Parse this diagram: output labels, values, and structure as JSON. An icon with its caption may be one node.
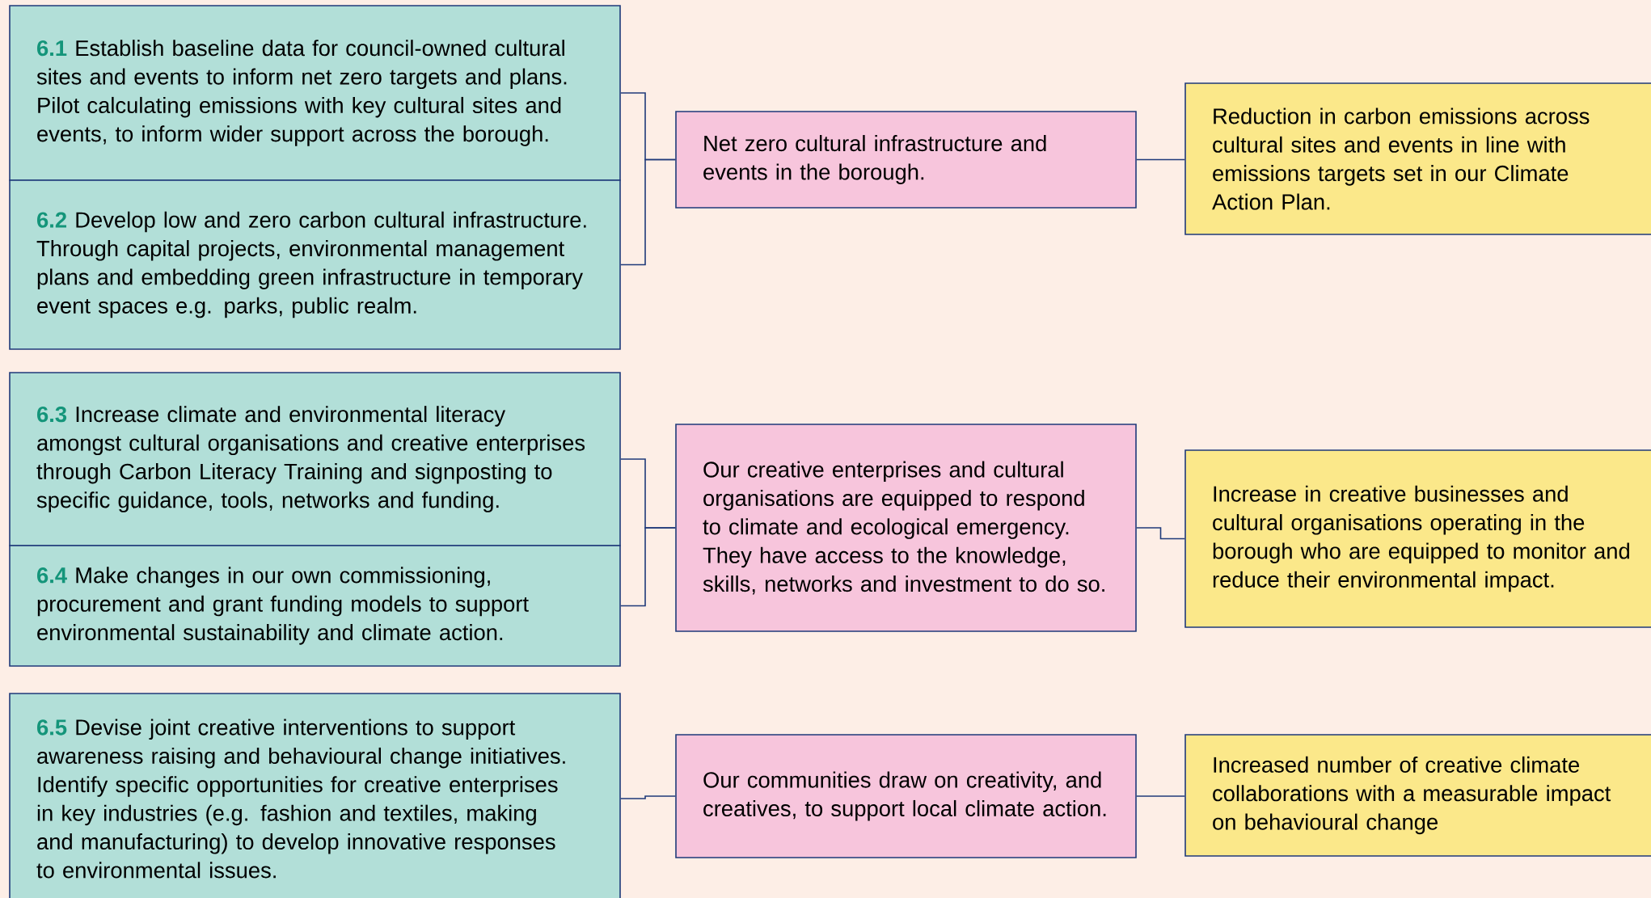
{
  "diagram": {
    "nodes": [
      {
        "text": [
          "6.1",
          "Establish baseline data for council-owned cultural sites and events to inform net zero targets and plans. Pilot calculating emissions with key cultural sites and events, to inform wider support across the borough."
        ]
      },
      {
        "text": [
          "6.2",
          "Develop low and zero carbon cultural infrastructure. Through capital projects, environmental management plans and embedding green infrastructure in temporary event spaces e.g. parks, public realm."
        ]
      },
      {
        "text": [
          "6.3",
          "Increase climate and environmental literacy amongst cultural organisations and creative enterprises through Carbon Literacy Training and signposting to specific guidance, tools, networks and funding."
        ]
      },
      {
        "text": [
          "6.4",
          "Make changes in our own commissioning, procurement and grant funding models to support environmental sustainability and climate action."
        ]
      },
      {
        "text": [
          "6.5",
          "Devise joint creative interventions to support awareness raising and behavioural change initiatives. Identify specific opportunities for creative enterprises in key industries (e.g. fashion and textiles, making and manufacturing) to develop innovative responses to environmental issues."
        ]
      },
      {
        "text": [
          "Net zero cultural infrastructure and events in the borough."
        ]
      },
      {
        "text": [
          "Our creative enterprises and cultural organisations are equipped to respond to climate and ecological emergency. They have access to the knowledge, skills, networks and investment to do so."
        ]
      },
      {
        "text": [
          "Our communities draw on creativity, and creatives, to support local climate action."
        ]
      },
      {
        "text": [
          "Reduction in carbon emissions across cultural sites and events in line with emissions targets set in our Climate Action Plan."
        ]
      },
      {
        "text": [
          "Increase in creative businesses and cultural organisations operating in the borough who are equipped to monitor and reduce their environmental impact."
        ]
      },
      {
        "text": [
          "Increased number of creative climate collaborations with a measurable impact on behavioural change"
        ]
      }
    ],
    "edges": [
      {
        "from": 0,
        "to": 5,
        "arrow": "none"
      },
      {
        "from": 1,
        "to": 5,
        "arrow": "none"
      },
      {
        "from": 2,
        "to": 6,
        "arrow": "none"
      },
      {
        "from": 3,
        "to": 6,
        "arrow": "none"
      },
      {
        "from": 4,
        "to": 7,
        "arrow": "none"
      },
      {
        "from": 5,
        "to": 8,
        "arrow": "none"
      },
      {
        "from": 6,
        "to": 9,
        "arrow": "none"
      },
      {
        "from": 7,
        "to": 10,
        "arrow": "none"
      }
    ]
  }
}
